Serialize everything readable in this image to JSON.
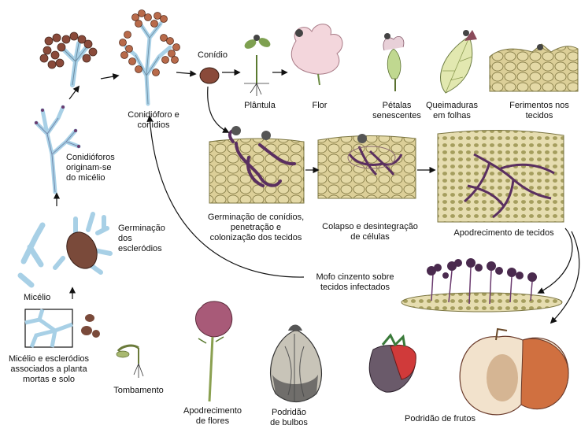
{
  "labels": {
    "conidioforo": "Conidióforo e\nconídios",
    "conidio": "Conídio",
    "plantula": "Plântula",
    "flor": "Flor",
    "petalas": "Pétalas\nsenescentes",
    "queimaduras": "Queimaduras\nem folhas",
    "ferimentos": "Ferimentos nos\ntecidos",
    "conidioforos_originam": "Conidióforos\noriginam-se\ndo micélio",
    "germinacao_conidios": "Germinação de conídios,\npenetração e\ncolonização dos tecidos",
    "colapso": "Colapso e desintegração\nde células",
    "apodrecimento_tecidos": "Apodrecimento de tecidos",
    "germinacao_escleródios": "Germinação\ndos\nescleródios",
    "micelio": "Micélio",
    "mofo": "Mofo cinzento sobre\ntecidos infectados",
    "micelio_esclerodios": "Micélio e escleródios\nassociados a planta\nmortas e solo",
    "tombamento": "Tombamento",
    "apodrecimento_flores": "Apodrecimento\nde flores",
    "podridao_bulbos": "Podridão\nde bulbos",
    "podridao_frutos": "Podridão de frutos"
  },
  "colors": {
    "tissue": "#d9cf96",
    "cell_outline": "#7a7440",
    "hypha": "#6a3a6e",
    "spore": "#8a4a3a",
    "mycelium": "#a8d0e6",
    "arrow": "#111111"
  }
}
